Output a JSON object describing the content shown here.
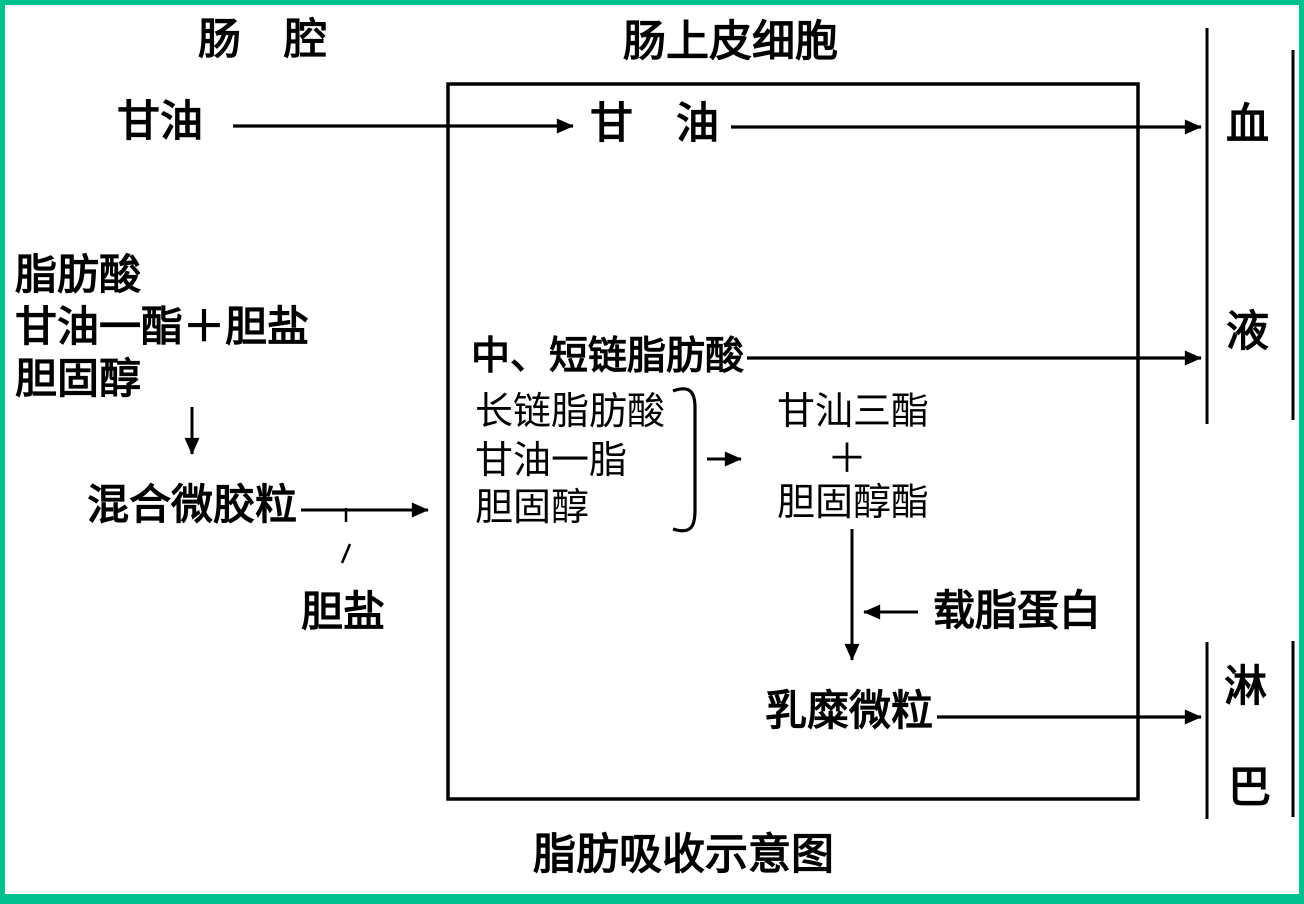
{
  "palette": {
    "frame_border": "#00C08D",
    "ink": "#000000",
    "background": "#FFFFFF"
  },
  "headers": {
    "lumen": "肠　腔",
    "epithelium": "肠上皮细胞"
  },
  "lumen": {
    "glycerol": "甘油",
    "mixture": [
      "脂肪酸",
      "甘油一酯＋胆盐",
      "胆固醇"
    ],
    "micelle": "混合微胶粒",
    "bile_salt": "胆盐"
  },
  "cell": {
    "glycerol": "甘　油",
    "medium_short_chain_fa": "中、短链脂肪酸",
    "resynthesis_inputs": [
      "长链脂肪酸",
      "甘油一脂",
      "胆固醇"
    ],
    "triglyceride": "甘汕三酯",
    "plus": "＋",
    "cholesterol_ester": "胆固醇酯",
    "apolipoprotein": "载脂蛋白",
    "chylomicron": "乳糜微粒"
  },
  "destinations": {
    "blood": [
      "血",
      "液"
    ],
    "lymph": [
      "淋",
      "巴"
    ]
  },
  "caption": "脂肪吸收示意图"
}
